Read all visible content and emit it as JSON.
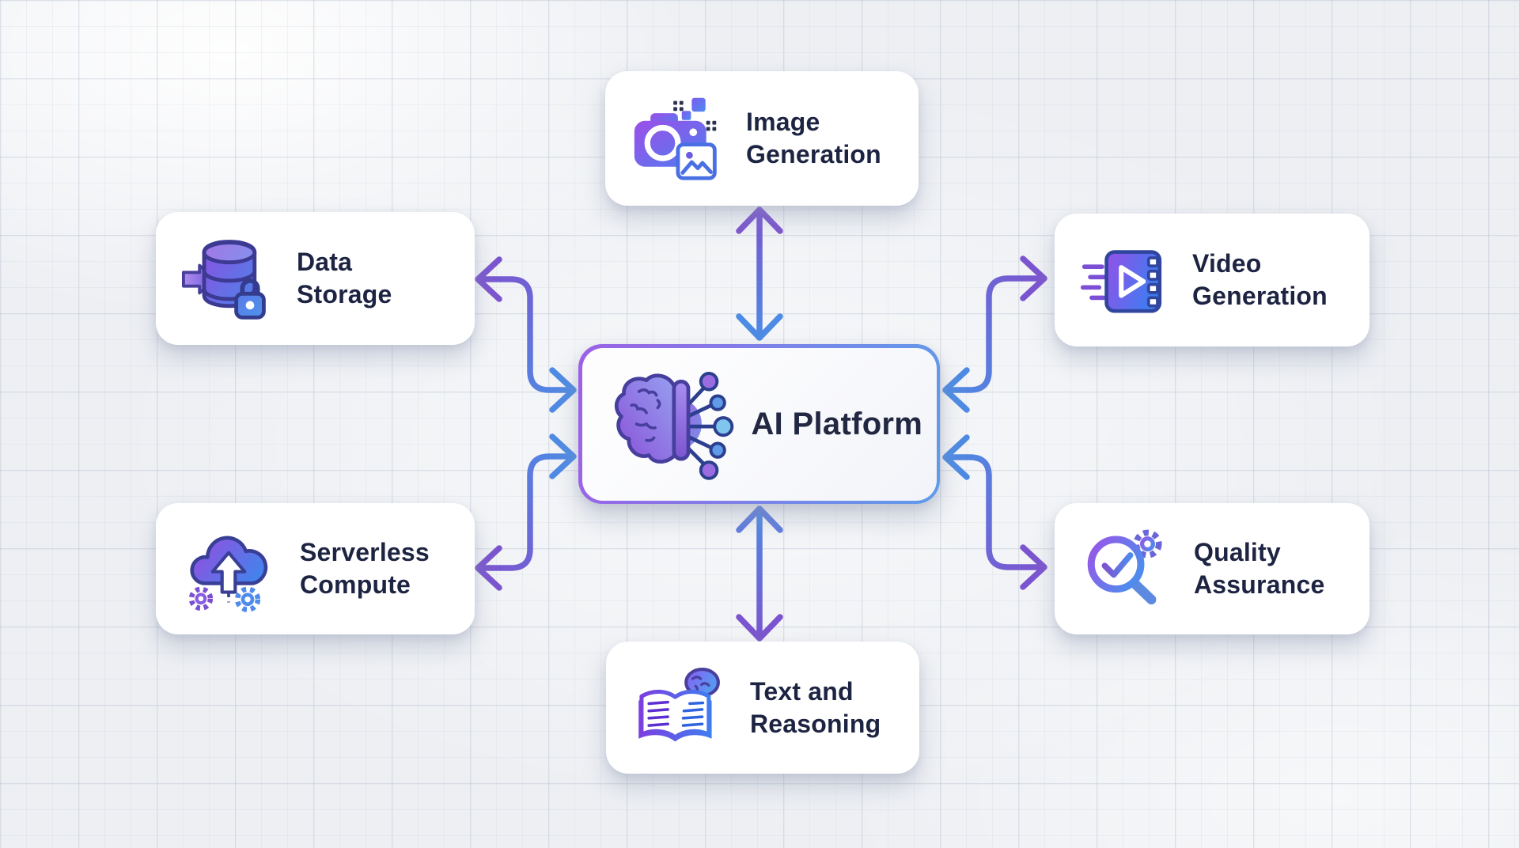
{
  "diagram": {
    "center": {
      "id": "ai-platform",
      "label": "AI Platform",
      "icon": "brain-circuit-icon"
    },
    "nodes": [
      {
        "id": "image-generation",
        "icon": "camera-image-icon",
        "line1": "Image",
        "line2": "Generation",
        "position": "top"
      },
      {
        "id": "data-storage",
        "icon": "database-lock-icon",
        "line1": "Data",
        "line2": "Storage",
        "position": "upper-left"
      },
      {
        "id": "video-generation",
        "icon": "film-play-icon",
        "line1": "Video",
        "line2": "Generation",
        "position": "upper-right"
      },
      {
        "id": "serverless-compute",
        "icon": "cloud-upload-gears-icon",
        "line1": "Serverless",
        "line2": "Compute",
        "position": "lower-left"
      },
      {
        "id": "quality-assurance",
        "icon": "magnifier-check-gear-icon",
        "line1": "Quality",
        "line2": "Assurance",
        "position": "lower-right"
      },
      {
        "id": "text-and-reasoning",
        "icon": "open-book-brain-icon",
        "line1": "Text and",
        "line2": "Reasoning",
        "position": "bottom"
      }
    ],
    "connections": [
      {
        "from": "ai-platform",
        "to": "image-generation",
        "style": "straight",
        "bidirectional": true
      },
      {
        "from": "ai-platform",
        "to": "data-storage",
        "style": "elbow",
        "bidirectional": true
      },
      {
        "from": "ai-platform",
        "to": "video-generation",
        "style": "elbow",
        "bidirectional": true
      },
      {
        "from": "ai-platform",
        "to": "serverless-compute",
        "style": "elbow",
        "bidirectional": true
      },
      {
        "from": "ai-platform",
        "to": "quality-assurance",
        "style": "elbow",
        "bidirectional": true
      },
      {
        "from": "ai-platform",
        "to": "text-and-reasoning",
        "style": "straight",
        "bidirectional": true
      }
    ],
    "colors": {
      "arrow_purple": "#7b55cf",
      "arrow_blue": "#4e8be4",
      "icon_purple": "#8b5cf6",
      "icon_blue": "#3b82f6",
      "label_text": "#1d2442",
      "card_background": "#ffffff",
      "center_border_start": "#9c61e6",
      "center_border_end": "#5f9bea",
      "page_background": "#edeff3"
    }
  }
}
